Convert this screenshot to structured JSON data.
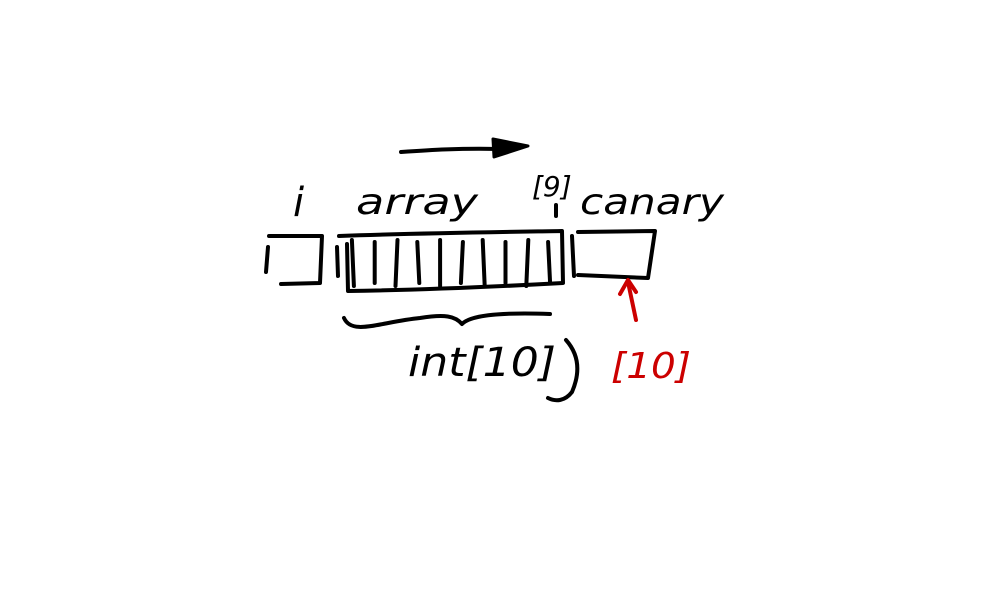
{
  "diagram": {
    "labels": {
      "index_var": "i",
      "array_var": "array",
      "index_nine": "[9]",
      "canary_var": "canary",
      "type_label": "int[10]",
      "overflow_index": "[10]"
    },
    "array_cells": 10,
    "colors": {
      "ink": "#000000",
      "highlight": "#cc0000"
    }
  }
}
